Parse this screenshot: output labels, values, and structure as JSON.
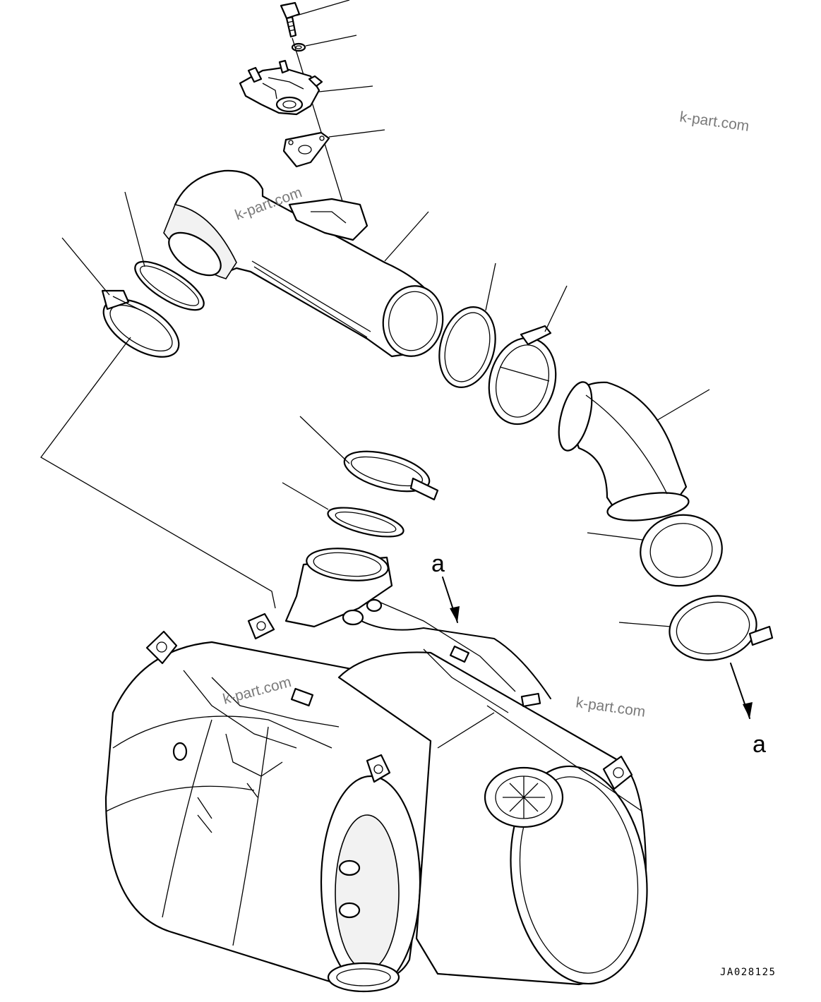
{
  "diagram": {
    "watermarks": [
      "k-part.com",
      "k-part.com",
      "k-part.com",
      "k-part.com"
    ],
    "callouts": [
      "a",
      "a"
    ],
    "drawing_code": "JA028125"
  }
}
